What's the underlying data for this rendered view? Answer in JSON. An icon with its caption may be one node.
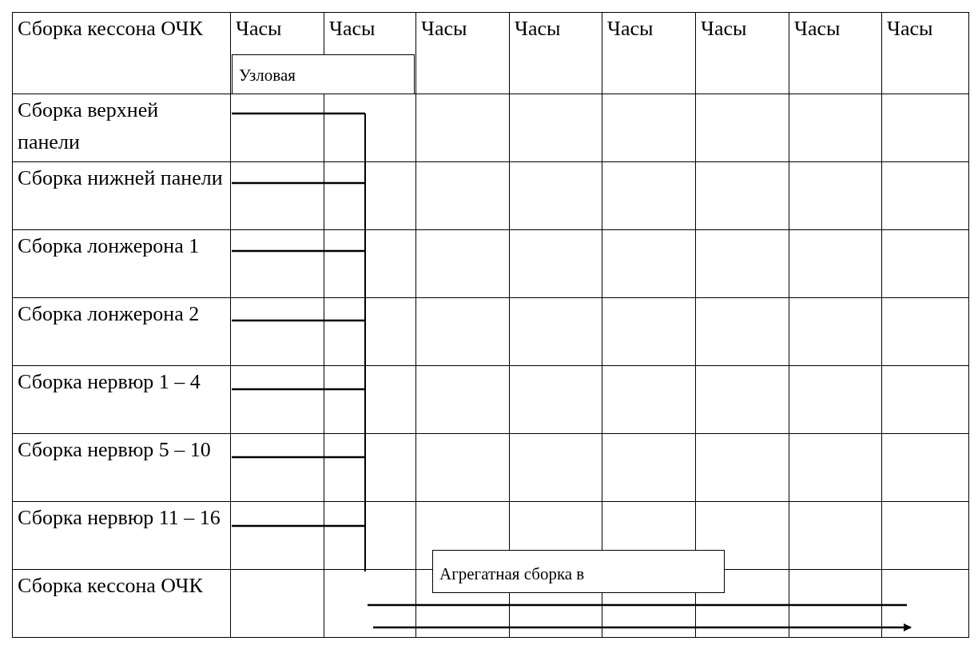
{
  "diagram": {
    "nodes": [
      {
        "text": [
          "Узловая"
        ]
      },
      {
        "text": [
          "Агрегатная сборка в"
        ]
      }
    ],
    "labels": [
      "Сборка кессона ОЧК",
      "Часы",
      "Часы",
      "Часы",
      "Часы",
      "Часы",
      "Часы",
      "Часы",
      "Часы",
      "Сборка верхней панели",
      "Сборка нижней панели",
      "Сборка лонжерона 1",
      "Сборка лонжерона 2",
      "Сборка нервюр 1 – 4",
      "Сборка нервюр 5 – 10",
      "Сборка нервюр 11 – 16",
      "Сборка кессона ОЧК"
    ]
  }
}
